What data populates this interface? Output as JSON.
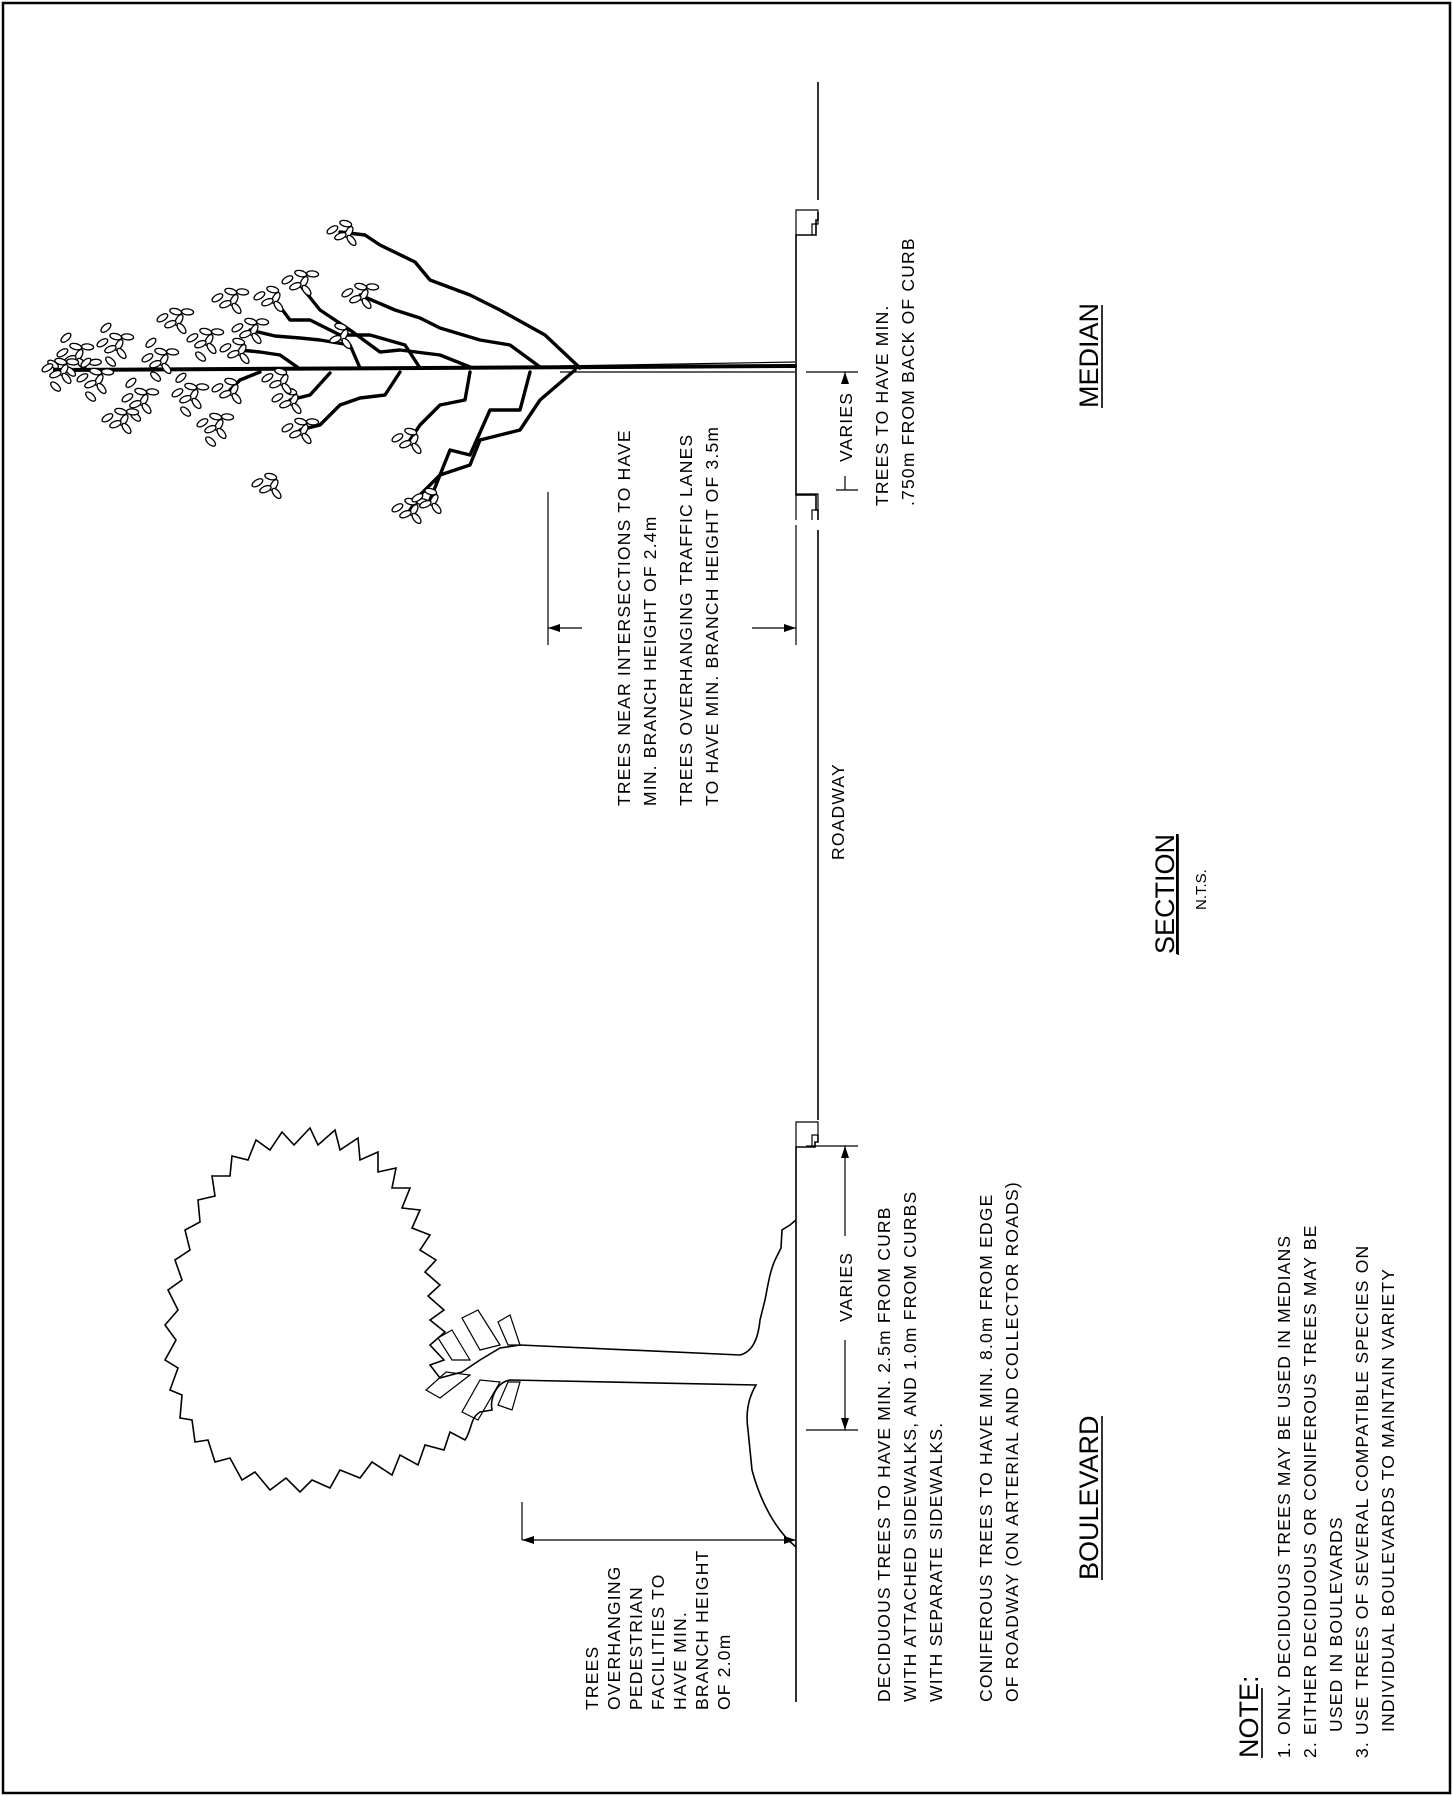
{
  "drawing": {
    "section_title": "SECTION",
    "section_scale": "N.T.S.",
    "boulevard_label": "BOULEVARD",
    "median_label": "MEDIAN",
    "roadway_label": "ROADWAY",
    "varies_left": "VARIES",
    "varies_right": "VARIES",
    "pedestrian_note": [
      "TREES",
      "OVERHANGING",
      "PEDESTRIAN",
      "FACILITIES TO",
      "HAVE MIN.",
      "BRANCH HEIGHT",
      "OF 2.0m"
    ],
    "deciduous_note": [
      "DECIDUOUS TREES TO HAVE MIN. 2.5m FROM CURB",
      "WITH ATTACHED SIDEWALKS, AND 1.0m FROM CURBS",
      "WITH SEPARATE SIDEWALKS."
    ],
    "coniferous_note": [
      "CONIFEROUS TREES TO HAVE MIN. 8.0m FROM EDGE",
      "OF ROADWAY (ON ARTERIAL AND COLLECTOR ROADS)"
    ],
    "intersection_note": [
      "TREES NEAR INTERSECTIONS TO HAVE",
      "MIN. BRANCH HEIGHT OF 2.4m"
    ],
    "traffic_note": [
      "TREES OVERHANGING TRAFFIC LANES",
      "TO HAVE MIN. BRANCH HEIGHT OF 3.5m"
    ],
    "median_note": [
      "TREES TO HAVE MIN.",
      ".750m FROM BACK OF CURB"
    ]
  },
  "notes": {
    "heading": "NOTE:",
    "items": [
      "1. ONLY DECIDUOUS TREES MAY BE USED IN MEDIANS",
      "2. EITHER DECIDUOUS OR CONIFEROUS TREES MAY BE",
      "USED IN BOULEVARDS",
      "3. USE TREES OF SEVERAL COMPATIBLE SPECIES ON",
      "INDIVIDUAL BOULEVARDS TO MAINTAIN VARIETY"
    ]
  }
}
